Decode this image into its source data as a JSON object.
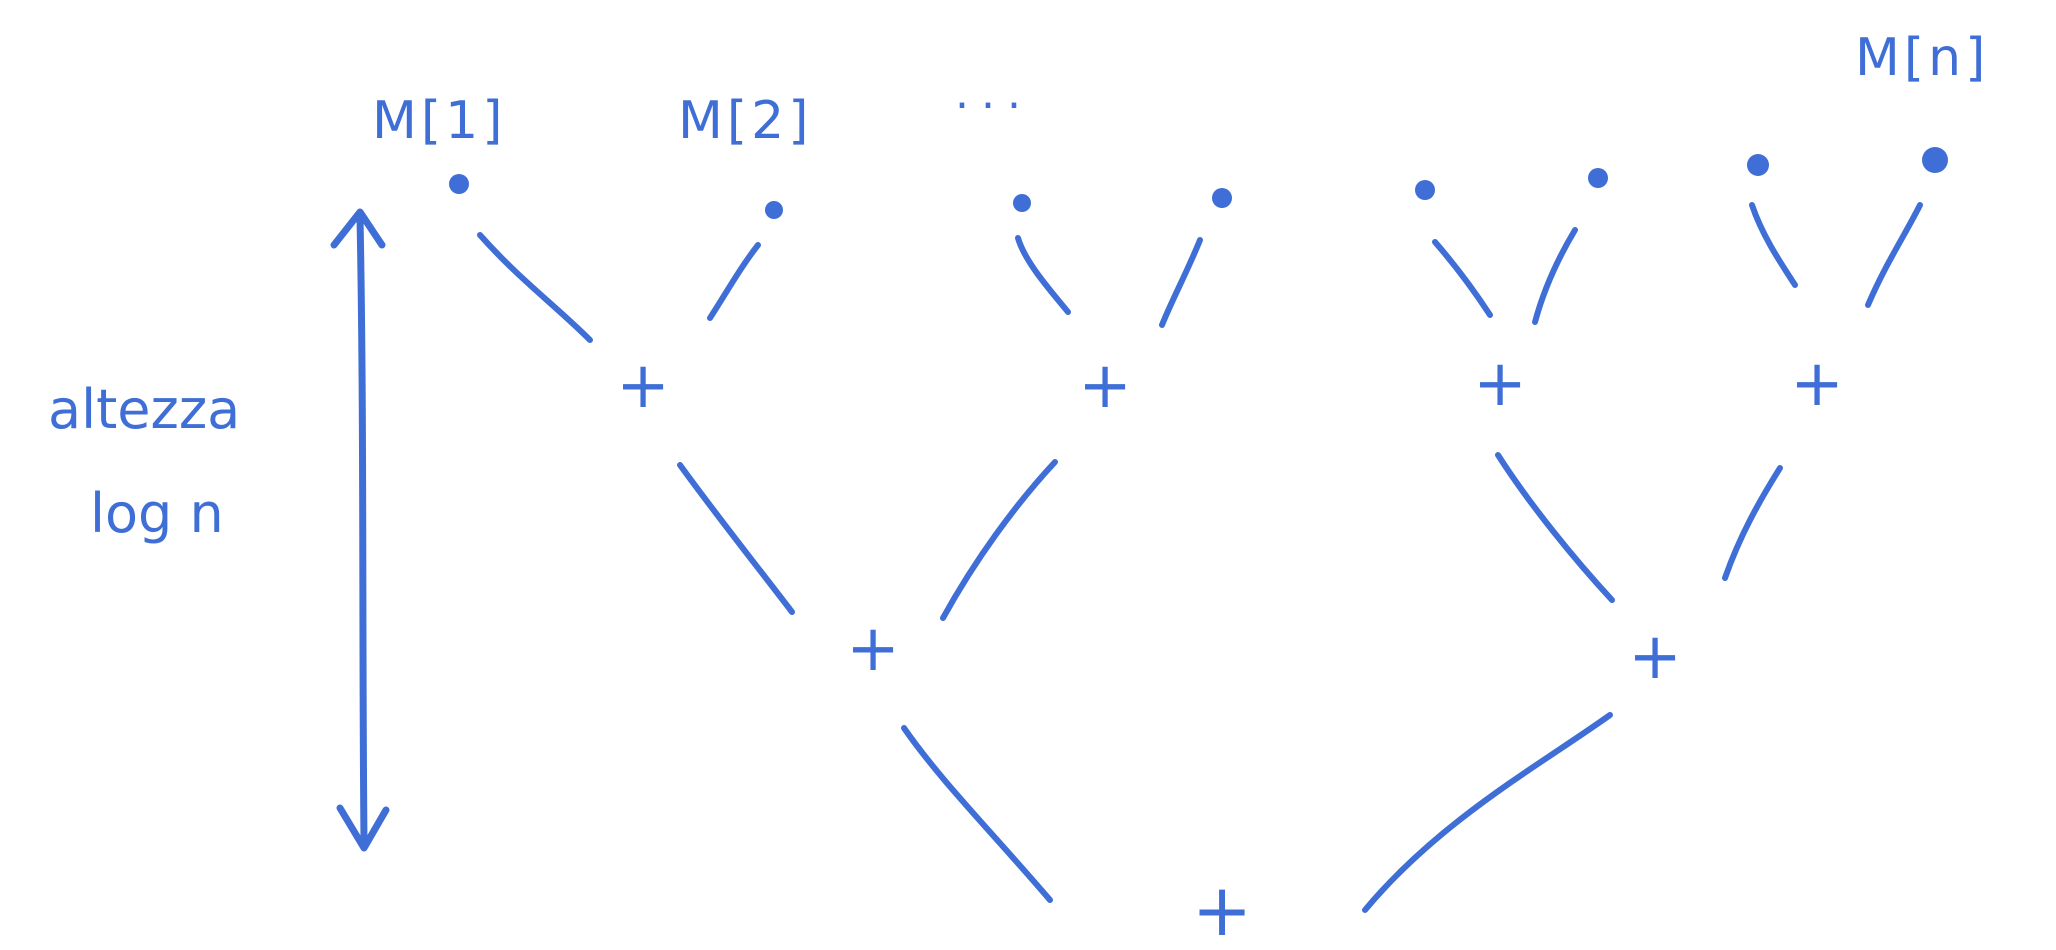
{
  "diagram": {
    "leaf_labels": {
      "first": "M[1]",
      "second": "M[2]",
      "dots": "...",
      "last": "M[n]"
    },
    "height_label": {
      "line1": "altezza",
      "line2": "log n"
    },
    "operator": "+",
    "ink_color": "#3f6fd6"
  }
}
